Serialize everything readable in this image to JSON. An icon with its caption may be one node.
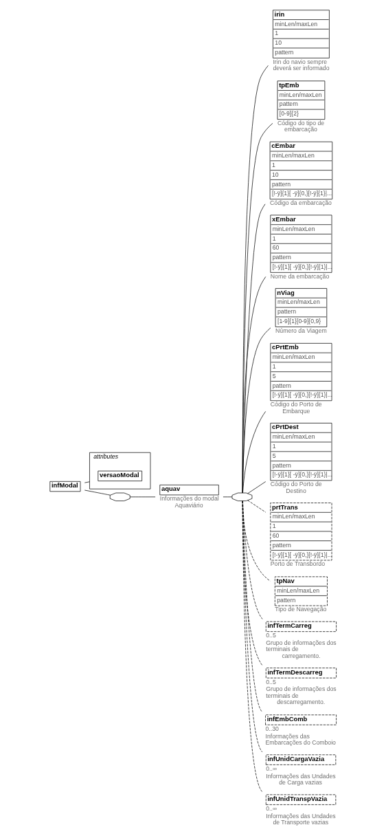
{
  "diagram": {
    "nodes": [
      {
        "text": [
          "infModal"
        ]
      },
      {
        "text": [
          "attributes"
        ]
      },
      {
        "text": [
          "versaoModal"
        ],
        "in": 1
      },
      {
        "text": [],
        "shape": "octagon"
      },
      {
        "text": [
          "aquav"
        ],
        "beside": [
          "Informações do modal Aquaviário"
        ]
      },
      {
        "text": [],
        "shape": "octagon"
      },
      {
        "text": [
          "irin",
          "minLen/maxLen",
          "1",
          "10",
          "pattern"
        ],
        "beside": [
          "Irin do navio sempre deverá ser informado"
        ]
      },
      {
        "text": [
          "tpEmb",
          "minLen/maxLen",
          "pattern",
          "[0-9]{2}"
        ],
        "beside": [
          "Código do tipo de embarcação"
        ]
      },
      {
        "text": [
          "cEmbar",
          "minLen/maxLen",
          "1",
          "10",
          "pattern",
          "[!-ÿ]{1}[ -ÿ]{0,}[!-ÿ]{1}|..."
        ],
        "beside": [
          "Código da embarcação"
        ]
      },
      {
        "text": [
          "xEmbar",
          "minLen/maxLen",
          "1",
          "60",
          "pattern",
          "[!-ÿ]{1}[ -ÿ]{0,}[!-ÿ]{1}|..."
        ],
        "beside": [
          "Nome da embarcação"
        ]
      },
      {
        "text": [
          "nViag",
          "minLen/maxLen",
          "pattern",
          "[1-9]{1}[0-9]{0,9}"
        ],
        "beside": [
          "Número da Viagem"
        ]
      },
      {
        "text": [
          "cPrtEmb",
          "minLen/maxLen",
          "1",
          "5",
          "pattern",
          "[!-ÿ]{1}[ -ÿ]{0,}[!-ÿ]{1}|..."
        ],
        "beside": [
          "Código do Porto de Embarque"
        ]
      },
      {
        "text": [
          "cPrtDest",
          "minLen/maxLen",
          "1",
          "5",
          "pattern",
          "[!-ÿ]{1}[ -ÿ]{0,}[!-ÿ]{1}|..."
        ],
        "beside": [
          "Código do Porto de Destino"
        ]
      },
      {
        "text": [
          "prtTrans",
          "minLen/maxLen",
          "1",
          "60",
          "pattern",
          "[!-ÿ]{1}[ -ÿ]{0,}[!-ÿ]{1}|..."
        ],
        "beside": [
          "Porto de Transbordo"
        ]
      },
      {
        "text": [
          "tpNav",
          "minLen/maxLen",
          "pattern"
        ],
        "beside": [
          "Tipo de Navegação"
        ]
      },
      {
        "text": [
          "infTermCarreg"
        ],
        "beside": [
          "0..5",
          "Grupo de informações dos terminais de carregamento."
        ]
      },
      {
        "text": [
          "infTermDescarreg"
        ],
        "beside": [
          "0..5",
          "Grupo de informações dos terminais de descarregamento."
        ]
      },
      {
        "text": [
          "infEmbComb"
        ],
        "beside": [
          "0..30",
          "Informações das Embarcações do Comboio"
        ]
      },
      {
        "text": [
          "infUnidCargaVazia"
        ],
        "beside": [
          "0..∞",
          "Informações das Undades de Carga vazias"
        ]
      },
      {
        "text": [
          "infUnidTranspVazia"
        ],
        "beside": [
          "0..∞",
          "Informações das Undades de Transporte vazias"
        ]
      }
    ],
    "edges": [
      {
        "from": 0,
        "to": 2,
        "arrow": "none"
      },
      {
        "from": 0,
        "to": 3,
        "arrow": "none"
      },
      {
        "from": 3,
        "to": 4,
        "arrow": "none"
      },
      {
        "from": 4,
        "to": 5,
        "arrow": "none"
      },
      {
        "from": 5,
        "to": 6,
        "arrow": "none"
      },
      {
        "from": 5,
        "to": 7,
        "arrow": "none"
      },
      {
        "from": 5,
        "to": 8,
        "arrow": "none"
      },
      {
        "from": 5,
        "to": 9,
        "arrow": "none"
      },
      {
        "from": 5,
        "to": 10,
        "arrow": "none"
      },
      {
        "from": 5,
        "to": 11,
        "arrow": "none"
      },
      {
        "from": 5,
        "to": 12,
        "arrow": "none"
      },
      {
        "from": 5,
        "to": 13,
        "arrow": "none",
        "style": "dashed"
      },
      {
        "from": 5,
        "to": 14,
        "arrow": "none",
        "style": "dashed"
      },
      {
        "from": 5,
        "to": 15,
        "arrow": "none",
        "style": "dashed"
      },
      {
        "from": 5,
        "to": 16,
        "arrow": "none",
        "style": "dashed"
      },
      {
        "from": 5,
        "to": 17,
        "arrow": "none",
        "style": "dashed"
      },
      {
        "from": 5,
        "to": 18,
        "arrow": "none",
        "style": "dashed"
      },
      {
        "from": 5,
        "to": 19,
        "arrow": "none",
        "style": "dashed"
      }
    ]
  }
}
